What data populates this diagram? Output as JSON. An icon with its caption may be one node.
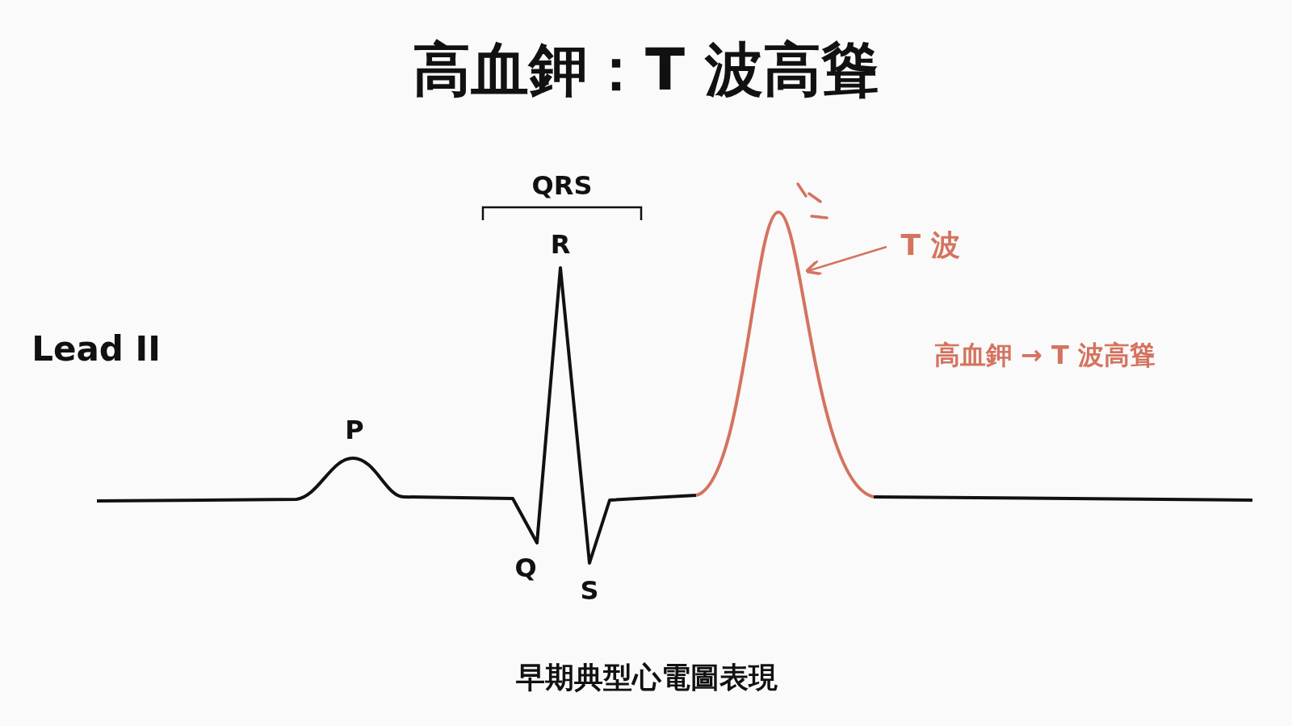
{
  "diagram": {
    "title": "高血鉀：T 波高聳",
    "caption": "早期典型心電圖表現",
    "nodes": [
      {
        "text": [
          "T 波"
        ]
      },
      {
        "text": [],
        "shape": "curve"
      }
    ],
    "edges": [
      {
        "from": 0,
        "to": 1,
        "arrow": "to"
      }
    ],
    "labels": [
      "QRS",
      "R",
      "Lead II",
      "高血鉀 → T 波高聳",
      "P",
      "Q",
      "S"
    ]
  }
}
